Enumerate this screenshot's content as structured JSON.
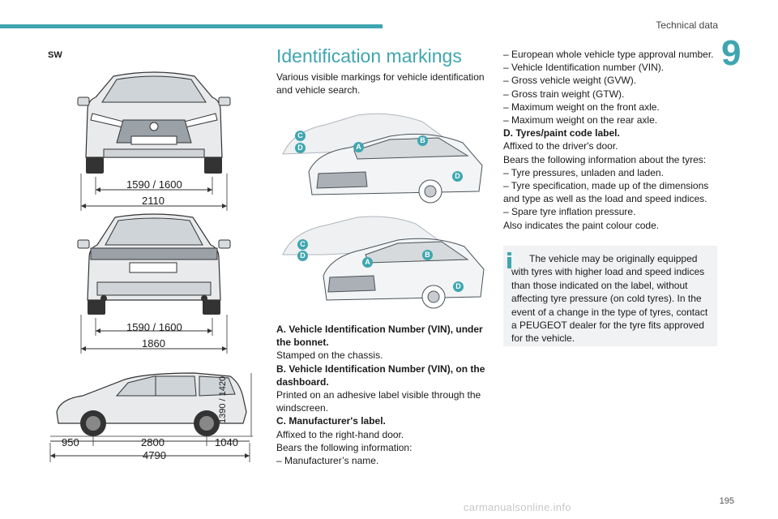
{
  "header": {
    "section_title": "Technical data",
    "chapter_number": "9"
  },
  "left": {
    "variant_label": "SW",
    "front_view": {
      "track": "1590 / 1600",
      "width_with_mirrors": "2110"
    },
    "rear_view": {
      "track": "1590 / 1600",
      "width": "1860"
    },
    "side_view": {
      "height": "1390 / 1420",
      "front_overhang": "950",
      "wheelbase": "2800",
      "rear_overhang": "1040",
      "length": "4790"
    }
  },
  "identification": {
    "heading": "Identification markings",
    "intro": "Various visible markings for vehicle identification and vehicle search.",
    "callouts": [
      "A",
      "B",
      "C",
      "D"
    ],
    "items": [
      {
        "title": "A. Vehicle Identification Number (VIN), under the bonnet.",
        "lines": [
          "Stamped on the chassis."
        ]
      },
      {
        "title": "B. Vehicle Identification Number (VIN), on the dashboard.",
        "lines": [
          "Printed on an adhesive label visible through the windscreen."
        ]
      },
      {
        "title": "C. Manufacturer's label.",
        "lines": [
          "Affixed to the right-hand door.",
          "Bears the following information:",
          "– Manufacturer’s name."
        ]
      }
    ]
  },
  "right": {
    "list_a": [
      "– European whole vehicle type approval number.",
      "– Vehicle Identification number (VIN).",
      "– Gross vehicle weight (GVW).",
      "– Gross train weight (GTW).",
      "– Maximum weight on the front axle.",
      "– Maximum weight on the rear axle."
    ],
    "d_title": "D. Tyres/paint code label.",
    "d_lines": [
      "Affixed to the driver's door.",
      "Bears the following information about the tyres:",
      "– Tyre pressures, unladen and laden.",
      "– Tyre specification, made up of the dimensions and type as well as the load and speed indices.",
      "– Spare tyre inflation pressure.",
      "Also indicates the paint colour code."
    ],
    "info": "The vehicle may be originally equipped with tyres with higher load and speed indices than those indicated on the label, without affecting tyre pressure (on cold tyres). In the event of a change in the type of tyres, contact a PEUGEOT dealer for the tyre fits approved for the vehicle."
  },
  "footer": {
    "page_number": "195",
    "watermark": "carmanualsonline.info"
  },
  "colors": {
    "accent": "#3fa6b0",
    "callout": "#3fa6b0",
    "info_bg": "#f0f2f4"
  }
}
